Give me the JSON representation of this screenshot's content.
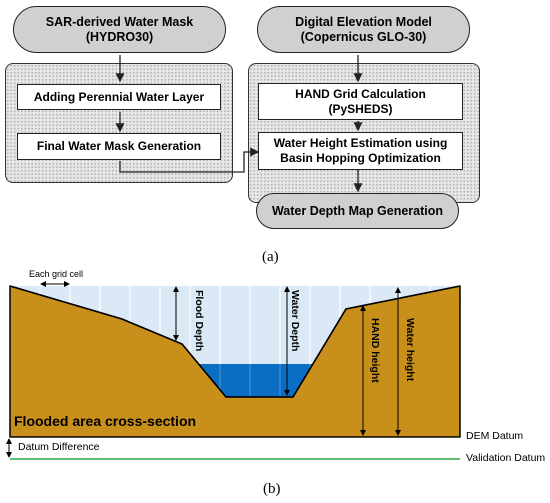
{
  "flowchart": {
    "left_top": "SAR-derived Water Mask (HYDRO30)",
    "left_top_l1": "SAR-derived Water Mask",
    "left_top_l2": "(HYDRO30)",
    "left_step1": "Adding Perennial Water Layer",
    "left_step2": "Final Water Mask Generation",
    "right_top_l1": "Digital Elevation Model",
    "right_top_l2": "(Copernicus GLO-30)",
    "right_step1_l1": "HAND Grid Calculation",
    "right_step1_l2": "(PySHEDS)",
    "right_step2_l1": "Water Height Estimation using",
    "right_step2_l2": "Basin Hopping Optimization",
    "output": "Water Depth Map Generation",
    "label": "(a)"
  },
  "cross_section": {
    "grid_cell_label": "Each grid cell",
    "flood_depth": "Flood Depth",
    "water_depth": "Water Depth",
    "hand_height": "HAND height",
    "water_height": "Water height",
    "title": "Flooded area cross-section",
    "dem_datum": "DEM Datum",
    "datum_difference": "Datum Difference",
    "validation_datum": "Validation Datum",
    "label": "(b)"
  },
  "colors": {
    "terrain": "#c8901a",
    "water": "#0a6fc4",
    "sky": "#dbe9f7",
    "pill": "#d0d0d0",
    "validation_line": "#2aa84a"
  }
}
